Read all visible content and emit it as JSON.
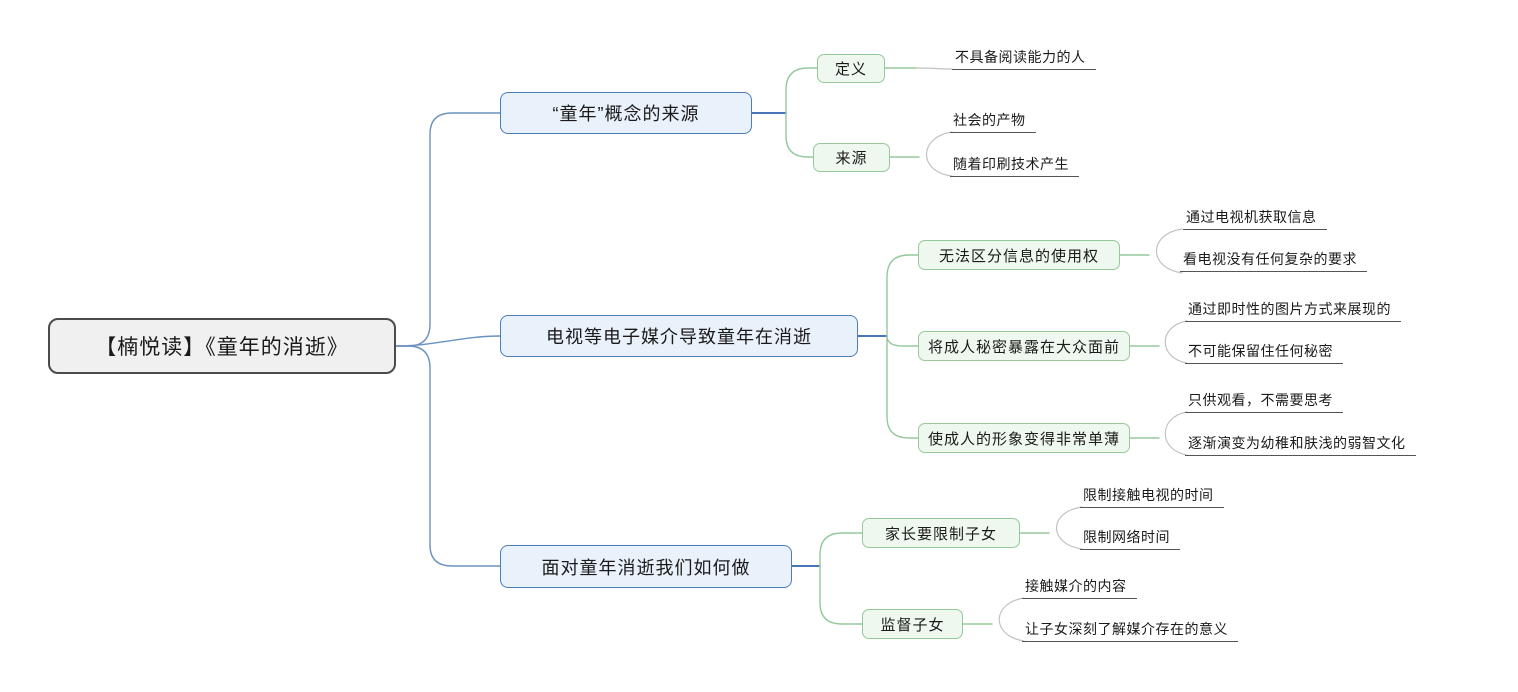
{
  "mindmap": {
    "root": "【楠悦读】《童年的消逝》",
    "branches": [
      {
        "label": "“童年”概念的来源",
        "children": [
          {
            "label": "定义",
            "leaves": [
              "不具备阅读能力的人"
            ]
          },
          {
            "label": "来源",
            "leaves": [
              "社会的产物",
              "随着印刷技术产生"
            ]
          }
        ]
      },
      {
        "label": "电视等电子媒介导致童年在消逝",
        "children": [
          {
            "label": "无法区分信息的使用权",
            "leaves": [
              "通过电视机获取信息",
              "看电视没有任何复杂的要求"
            ]
          },
          {
            "label": "将成人秘密暴露在大众面前",
            "leaves": [
              "通过即时性的图片方式来展现的",
              "不可能保留住任何秘密"
            ]
          },
          {
            "label": "使成人的形象变得非常单薄",
            "leaves": [
              "只供观看，不需要思考",
              "逐渐演变为幼稚和肤浅的弱智文化"
            ]
          }
        ]
      },
      {
        "label": "面对童年消逝我们如何做",
        "children": [
          {
            "label": "家长要限制子女",
            "leaves": [
              "限制接触电视的时间",
              "限制网络时间"
            ]
          },
          {
            "label": "监督子女",
            "leaves": [
              "接触媒介的内容",
              "让子女深刻了解媒介存在的意义"
            ]
          }
        ]
      }
    ]
  },
  "colors": {
    "root_fill": "#f0f0f0",
    "root_border": "#4b4b4b",
    "branch_fill": "#e9f1fb",
    "branch_border": "#4e7cba",
    "branch_connector": "#6b91bf",
    "link_dark": "#2e64ae",
    "sub_fill": "#eff8ef",
    "sub_border": "#95c99c",
    "sub_connector": "#95c99c",
    "leaf_connector": "#c2c2c2",
    "leaf_underline": "#555555",
    "text": "#1a1a1a"
  }
}
